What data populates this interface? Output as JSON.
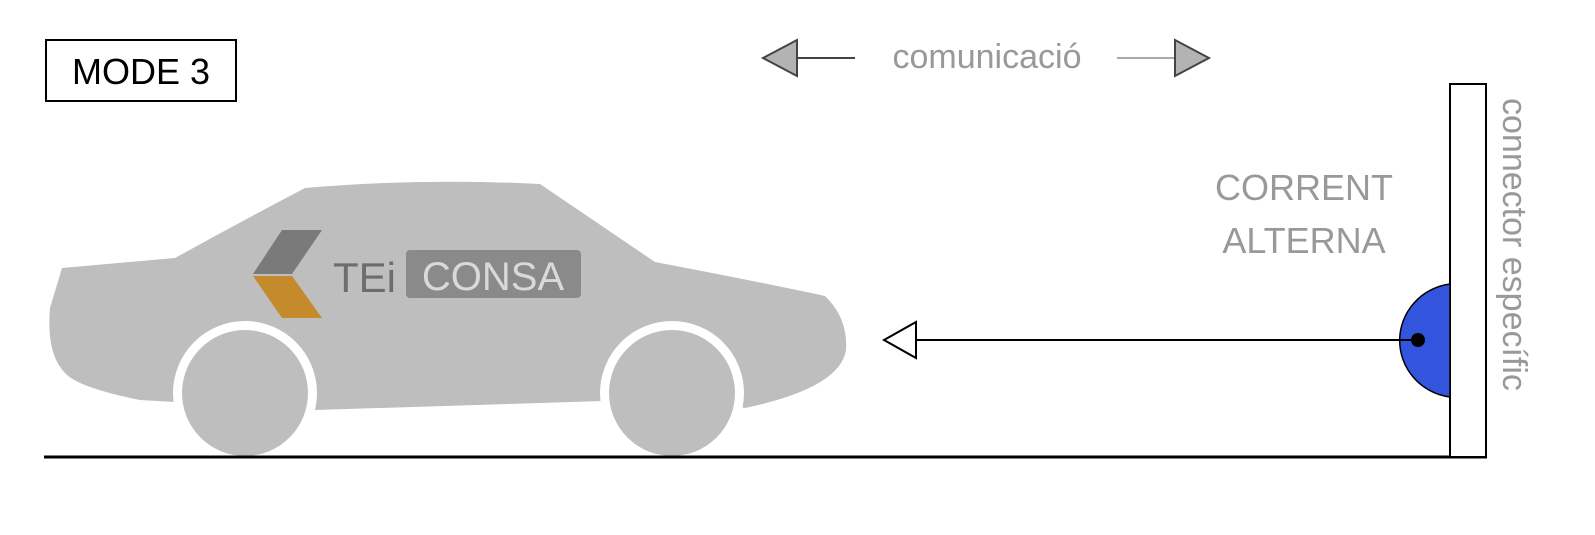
{
  "mode_label": "MODE 3",
  "communication_label": "comunicació",
  "current_label": {
    "line1": "CORRENT",
    "line2": "ALTERNA"
  },
  "connector_label": "connector específic",
  "logo": {
    "text_left": "TEi",
    "text_right": "CONSA"
  },
  "colors": {
    "car": "#bebebe",
    "logo_dark": "#7a7a7a",
    "logo_orange": "#c48a2c",
    "connector": "#3355dd",
    "label_grey": "#999999"
  },
  "icons": {
    "connector": "socket-icon",
    "arrow": "arrow-left-icon"
  }
}
